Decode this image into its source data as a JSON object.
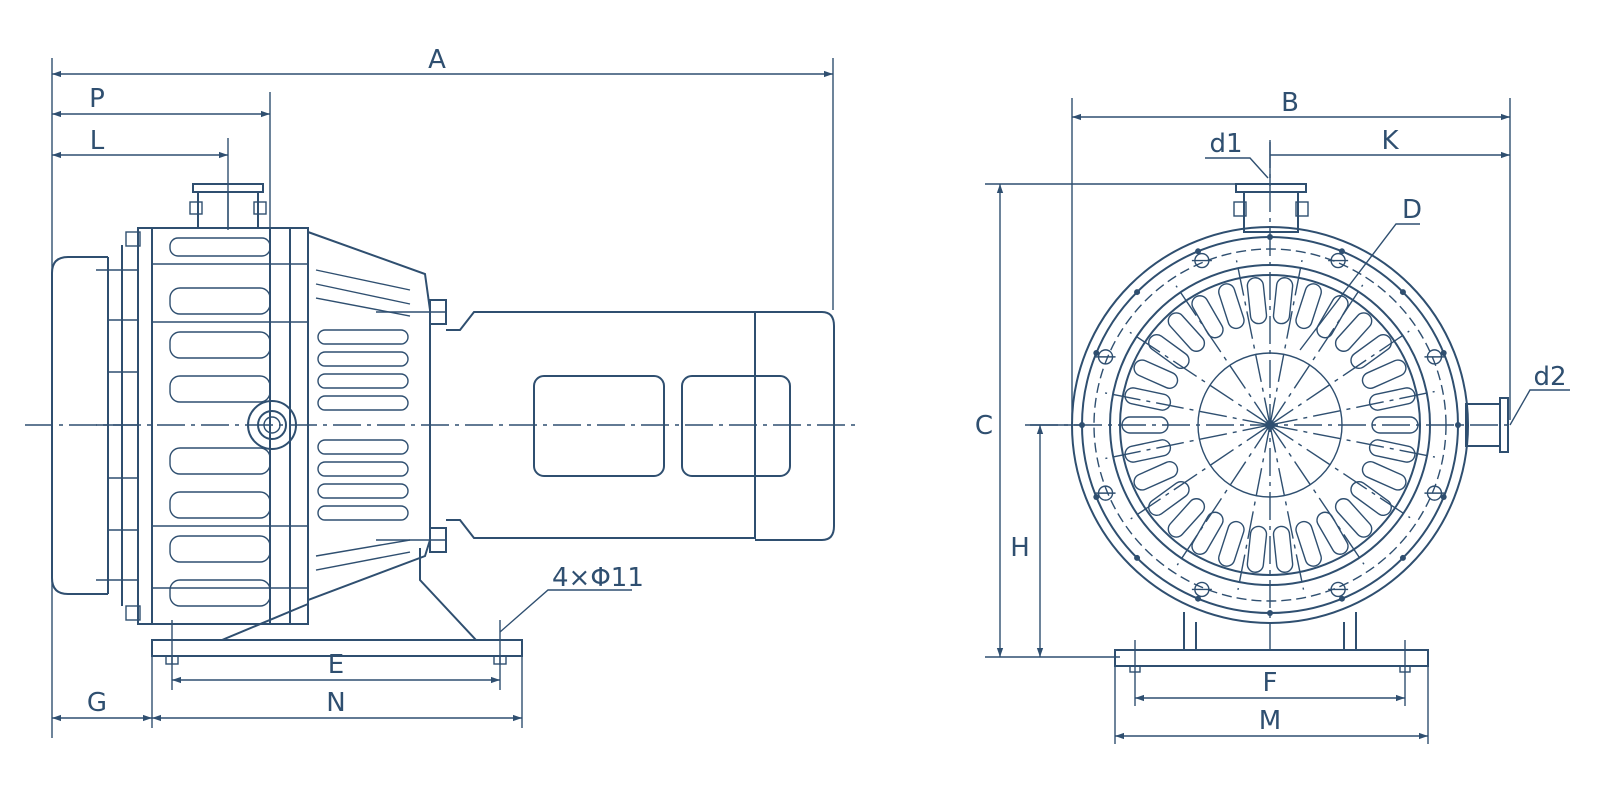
{
  "side_view": {
    "dims": {
      "A": "A",
      "P": "P",
      "L": "L",
      "E": "E",
      "N": "N",
      "G": "G",
      "holes": "4×Φ11"
    }
  },
  "front_view": {
    "dims": {
      "B": "B",
      "K": "K",
      "d1": "d1",
      "D": "D",
      "d2": "d2",
      "C": "C",
      "H": "H",
      "F": "F",
      "M": "M"
    }
  },
  "colors": {
    "line": "#2f4f70",
    "background": "#ffffff"
  }
}
